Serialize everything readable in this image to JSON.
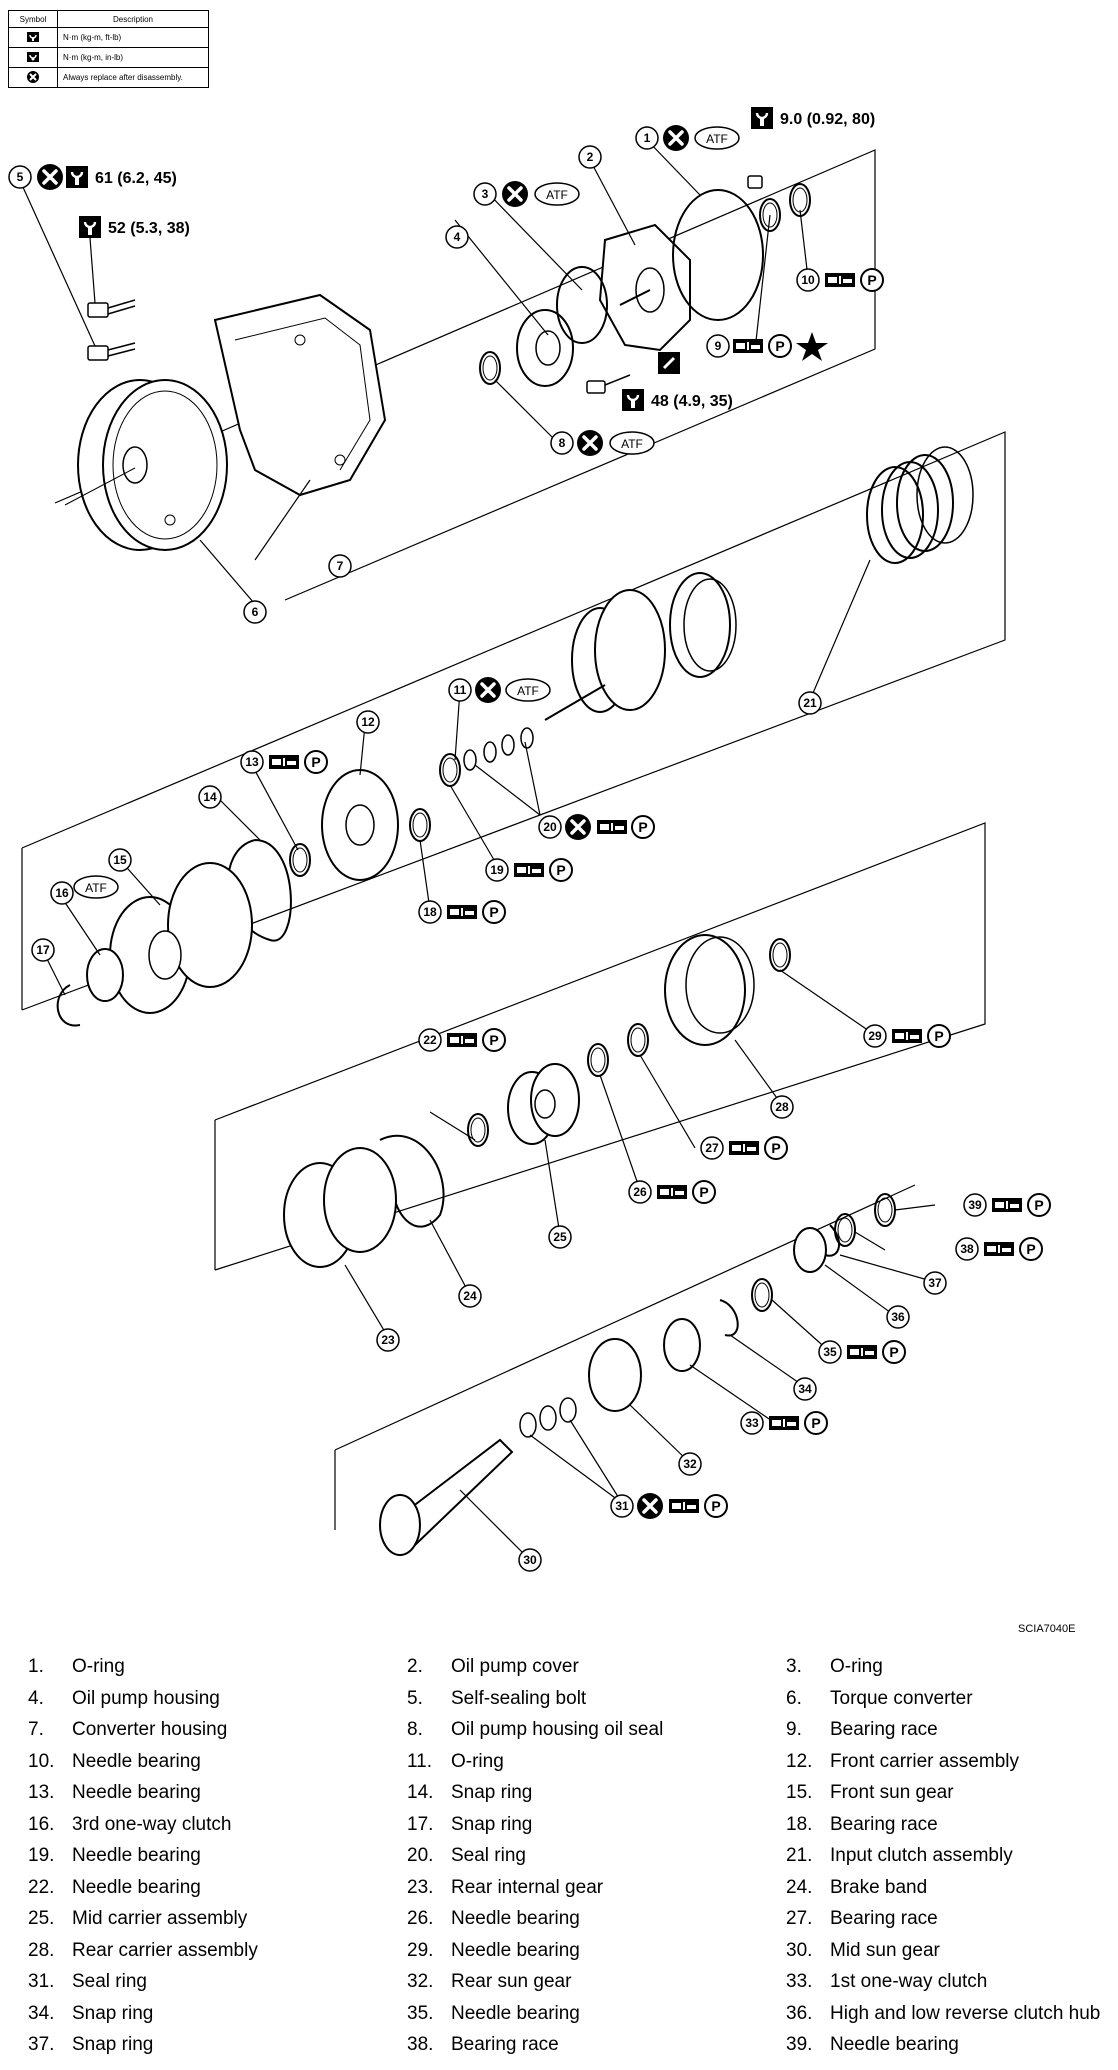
{
  "legend": {
    "header_symbol": "Symbol",
    "header_description": "Description",
    "rows": [
      {
        "icon": "torque-wrench-icon",
        "description": "N·m (kg-m, ft-lb)"
      },
      {
        "icon": "torque-wrench-small-icon",
        "description": "N·m (kg-m, in-lb)"
      },
      {
        "icon": "replace-x-icon",
        "description": "Always replace after disassembly."
      }
    ]
  },
  "torque_specs": [
    {
      "id": "torque-1",
      "text": "61  (6.2,  45)"
    },
    {
      "id": "torque-2",
      "text": "52  (5.3,  38)"
    },
    {
      "id": "torque-3",
      "text": "9.0  (0.92,  80)"
    },
    {
      "id": "torque-4",
      "text": "48  (4.9,  35)"
    }
  ],
  "atf_label": "ATF",
  "p_label": "P",
  "source_id": "SCIA7040E",
  "callouts": [
    "1",
    "2",
    "3",
    "4",
    "5",
    "6",
    "7",
    "8",
    "9",
    "10",
    "11",
    "12",
    "13",
    "14",
    "15",
    "16",
    "17",
    "18",
    "19",
    "20",
    "21",
    "22",
    "23",
    "24",
    "25",
    "26",
    "27",
    "28",
    "29",
    "30",
    "31",
    "32",
    "33",
    "34",
    "35",
    "36",
    "37",
    "38",
    "39"
  ],
  "parts": [
    {
      "num": "1.",
      "name": "O-ring"
    },
    {
      "num": "2.",
      "name": "Oil pump cover"
    },
    {
      "num": "3.",
      "name": "O-ring"
    },
    {
      "num": "4.",
      "name": "Oil pump housing"
    },
    {
      "num": "5.",
      "name": "Self-sealing bolt"
    },
    {
      "num": "6.",
      "name": "Torque converter"
    },
    {
      "num": "7.",
      "name": "Converter housing"
    },
    {
      "num": "8.",
      "name": "Oil pump housing oil seal"
    },
    {
      "num": "9.",
      "name": "Bearing race"
    },
    {
      "num": "10.",
      "name": "Needle bearing"
    },
    {
      "num": "11.",
      "name": "O-ring"
    },
    {
      "num": "12.",
      "name": "Front carrier assembly"
    },
    {
      "num": "13.",
      "name": "Needle bearing"
    },
    {
      "num": "14.",
      "name": "Snap ring"
    },
    {
      "num": "15.",
      "name": "Front sun gear"
    },
    {
      "num": "16.",
      "name": "3rd one-way clutch"
    },
    {
      "num": "17.",
      "name": "Snap ring"
    },
    {
      "num": "18.",
      "name": "Bearing race"
    },
    {
      "num": "19.",
      "name": "Needle bearing"
    },
    {
      "num": "20.",
      "name": "Seal ring"
    },
    {
      "num": "21.",
      "name": "Input clutch assembly"
    },
    {
      "num": "22.",
      "name": "Needle bearing"
    },
    {
      "num": "23.",
      "name": "Rear internal gear"
    },
    {
      "num": "24.",
      "name": "Brake band"
    },
    {
      "num": "25.",
      "name": "Mid carrier assembly"
    },
    {
      "num": "26.",
      "name": "Needle bearing"
    },
    {
      "num": "27.",
      "name": "Bearing race"
    },
    {
      "num": "28.",
      "name": "Rear carrier assembly"
    },
    {
      "num": "29.",
      "name": "Needle bearing"
    },
    {
      "num": "30.",
      "name": "Mid sun gear"
    },
    {
      "num": "31.",
      "name": "Seal ring"
    },
    {
      "num": "32.",
      "name": "Rear sun gear"
    },
    {
      "num": "33.",
      "name": "1st one-way clutch"
    },
    {
      "num": "34.",
      "name": "Snap ring"
    },
    {
      "num": "35.",
      "name": "Needle bearing"
    },
    {
      "num": "36.",
      "name": "High and low reverse clutch hub"
    },
    {
      "num": "37.",
      "name": "Snap ring"
    },
    {
      "num": "38.",
      "name": "Bearing race"
    },
    {
      "num": "39.",
      "name": "Needle bearing"
    }
  ]
}
